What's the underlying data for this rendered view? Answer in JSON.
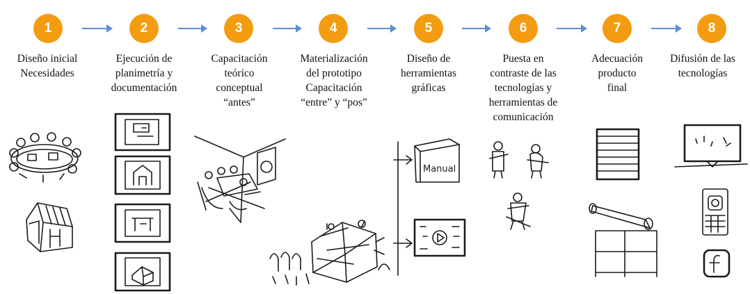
{
  "accent_color": "#f39c12",
  "arrow_color": "#5b8ed6",
  "steps": [
    {
      "number": "1",
      "label": "Diseño inicial\nNecesidades"
    },
    {
      "number": "2",
      "label": "Ejecución de\nplanimetría y\ndocumentación"
    },
    {
      "number": "3",
      "label": "Capacitación\nteórico\nconceptual\n“antes”"
    },
    {
      "number": "4",
      "label": "Materialización\ndel prototipo\nCapacitación\n“entre” y “pos”"
    },
    {
      "number": "5",
      "label": "Diseño de\nherramientas\ngráficas"
    },
    {
      "number": "6",
      "label": "Puesta en\ncontraste de las\ntecnologías y\nherramientas de\ncomunicación"
    },
    {
      "number": "7",
      "label": "Adecuación\nproducto\nfinal"
    },
    {
      "number": "8",
      "label": "Difusión de las\ntecnologías"
    }
  ],
  "sketch_texts": {
    "manual": "Manual"
  }
}
